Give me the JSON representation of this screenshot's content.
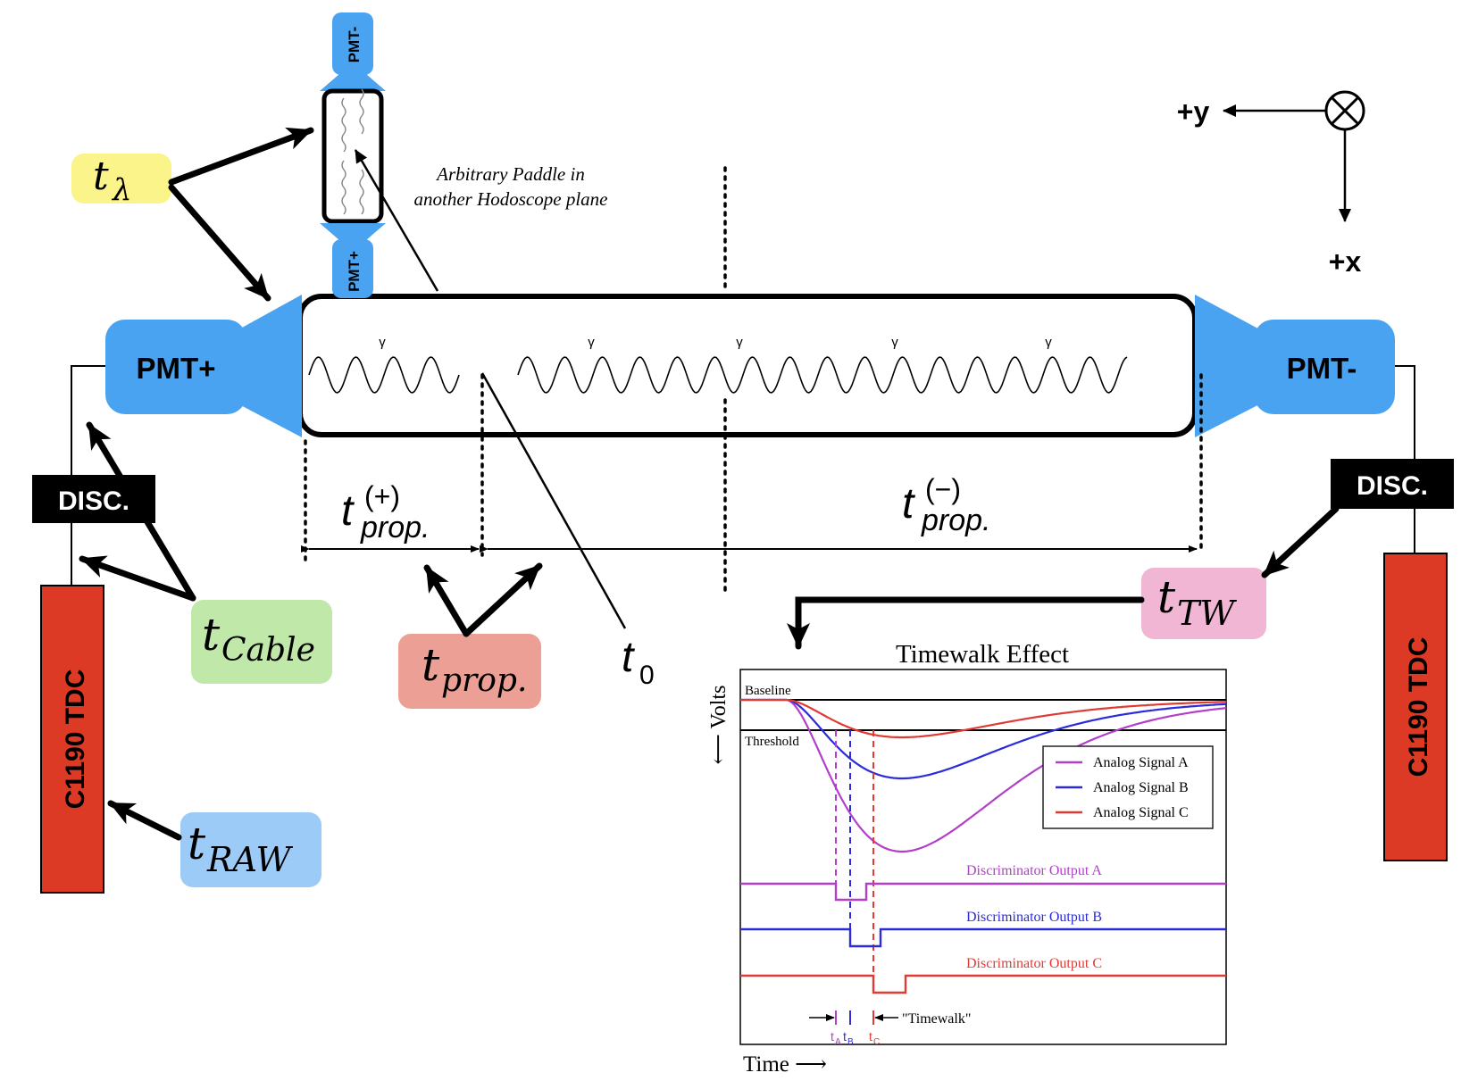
{
  "pmt": {
    "left_label": "PMT+",
    "right_label": "PMT-",
    "small_top_label": "PMT-",
    "small_bottom_label": "PMT+"
  },
  "disc_label": "DISC.",
  "tdc_label": "C1190 TDC",
  "gamma_symbol": "γ",
  "arbitrary_paddle": {
    "line1": "Arbitrary Paddle in",
    "line2": "another Hodoscope  plane"
  },
  "axes_indicator": {
    "y_label": "+y",
    "x_label": "+x"
  },
  "time_labels": {
    "t_lambda": {
      "base": "t",
      "sub": "λ",
      "bg": "#fbf48a"
    },
    "t_cable": {
      "base": "t",
      "sub": "Cable",
      "bg": "#bfe8a9"
    },
    "t_raw": {
      "base": "t",
      "sub": "RAW",
      "bg": "#9ccbf7"
    },
    "t_prop": {
      "base": "t",
      "sub": "prop.",
      "bg": "#ec9f94"
    },
    "t_tw": {
      "base": "t",
      "sub": "TW",
      "bg": "#f0b6d3"
    },
    "t_zero": {
      "base": "t",
      "sub": "0"
    },
    "t_prop_plus": {
      "base": "t",
      "sup": "(+)",
      "sub": "prop."
    },
    "t_prop_minus": {
      "base": "t",
      "sup": "(−)",
      "sub": "prop."
    }
  },
  "timewalk_plot": {
    "title": "Timewalk Effect",
    "baseline_label": "Baseline",
    "threshold_label": "Threshold",
    "ylabel": "⟵ Volts",
    "xlabel": "Time ⟶",
    "legend": [
      {
        "name": "Analog Signal A",
        "color": "#b23fc9"
      },
      {
        "name": "Analog Signal B",
        "color": "#2b2bdb"
      },
      {
        "name": "Analog Signal C",
        "color": "#e03a34"
      }
    ],
    "outputs": [
      {
        "name": "Discriminator Output A",
        "color": "#b23fc9"
      },
      {
        "name": "Discriminator Output B",
        "color": "#2b2bdb"
      },
      {
        "name": "Discriminator Output C",
        "color": "#e03a34"
      }
    ],
    "timewalk_label": "\"Timewalk\"",
    "tick_a": "A",
    "tick_b": "B",
    "tick_c": "C",
    "tick_t": "t"
  },
  "colors": {
    "pmt_blue": "#4aa3f1",
    "tdc_red": "#dc3a25",
    "disc_black": "#000000"
  }
}
